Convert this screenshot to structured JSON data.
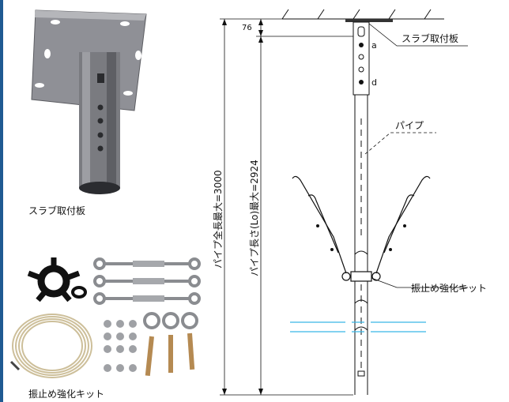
{
  "photos": {
    "slab_plate_label": "スラブ取付板",
    "kit_label": "振止め強化キット"
  },
  "drawing": {
    "dim_top": "76",
    "dim_total": "パイプ全長最大=3000",
    "dim_pipe": "パイプ長さ(Lo)最大=2924",
    "hole_a": "a",
    "hole_d": "d",
    "callout_slab": "スラブ取付板",
    "callout_pipe": "パイプ",
    "callout_kit": "振止め強化キット"
  },
  "colors": {
    "accent_bar": "#1f5a92",
    "plate_gray": "#8e8f94",
    "cyan_line": "#39b6e6"
  }
}
